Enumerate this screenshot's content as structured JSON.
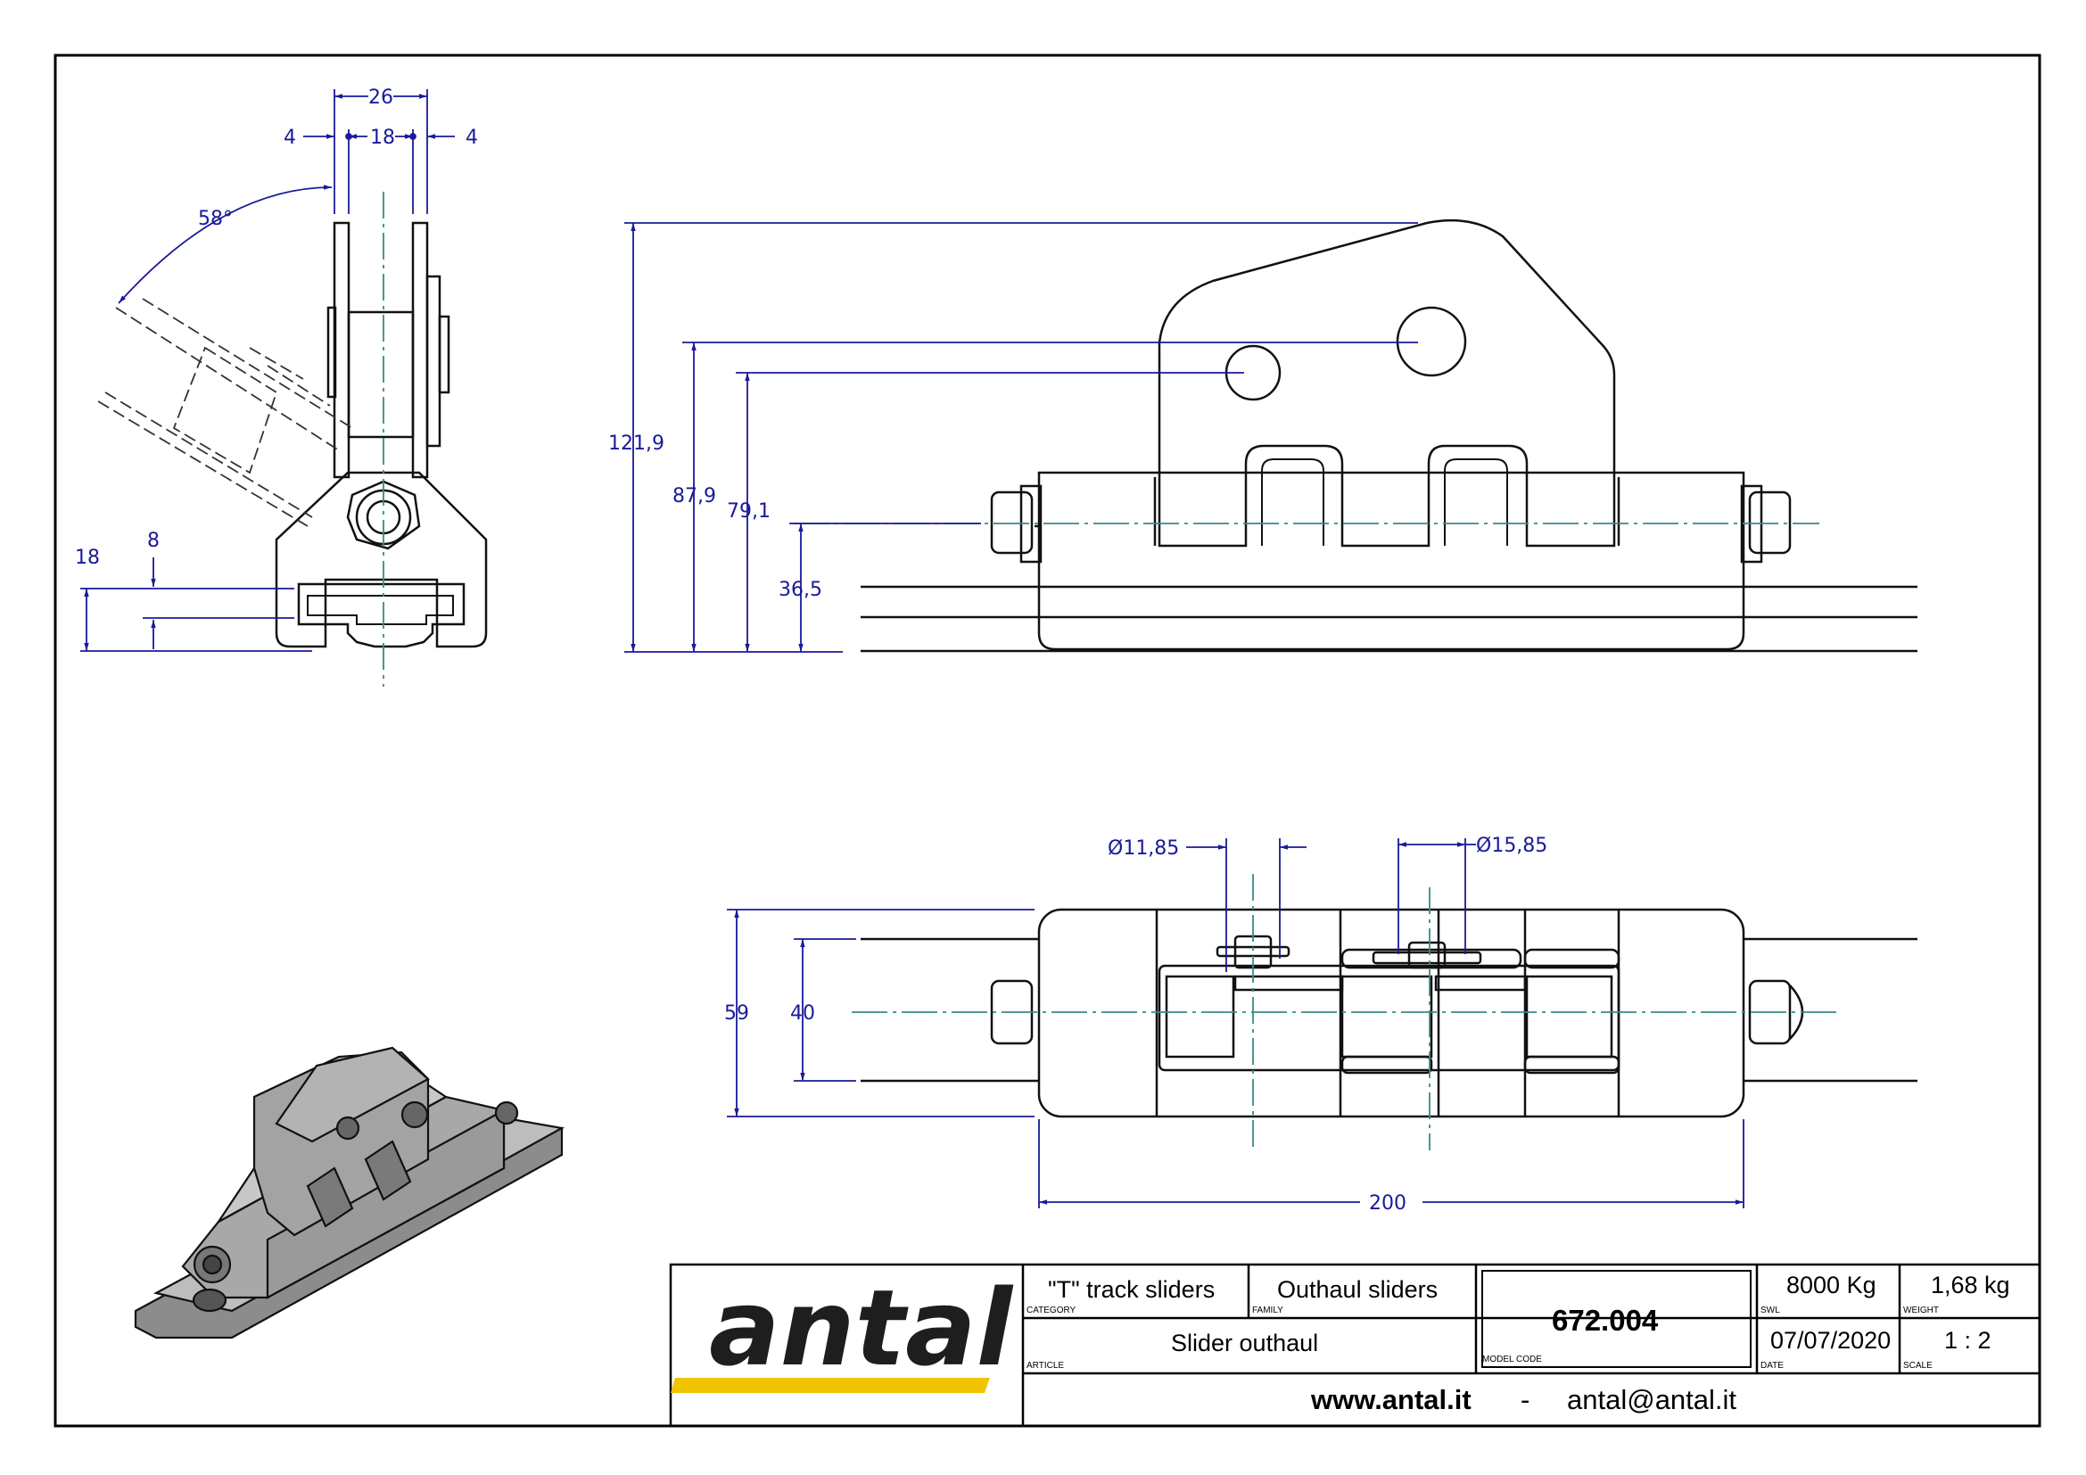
{
  "dimensions": {
    "top_26": "26",
    "top_4_left": "4",
    "top_18": "18",
    "top_4_right": "4",
    "angle_58": "58°",
    "side_18": "18",
    "side_8": "8",
    "h_121_9": "121,9",
    "h_87_9": "87,9",
    "h_79_1": "79,1",
    "h_36_5": "36,5",
    "dia_11_85": "Ø11,85",
    "dia_15_85": "Ø15,85",
    "w_59": "59",
    "w_40": "40",
    "len_200": "200"
  },
  "title_block": {
    "category_value": "\"T\" track sliders",
    "category_label": "CATEGORY",
    "family_value": "Outhaul sliders",
    "family_label": "FAMILY",
    "article_value": "Slider outhaul",
    "article_label": "ARTICLE",
    "model_code_value": "672.004",
    "model_code_label": "MODEL CODE",
    "swl_value": "8000 Kg",
    "swl_label": "SWL",
    "weight_value": "1,68 kg",
    "weight_label": "WEIGHT",
    "date_value": "07/07/2020",
    "date_label": "DATE",
    "scale_value": "1 : 2",
    "scale_label": "SCALE",
    "website": "www.antal.it",
    "separator": "-",
    "email": "antal@antal.it",
    "logo_text": "antal"
  },
  "colors": {
    "dimension": "#1a1a9a",
    "centerline": "#3a8a8a",
    "outline": "#111111",
    "logo_stripe": "#f2c400"
  }
}
